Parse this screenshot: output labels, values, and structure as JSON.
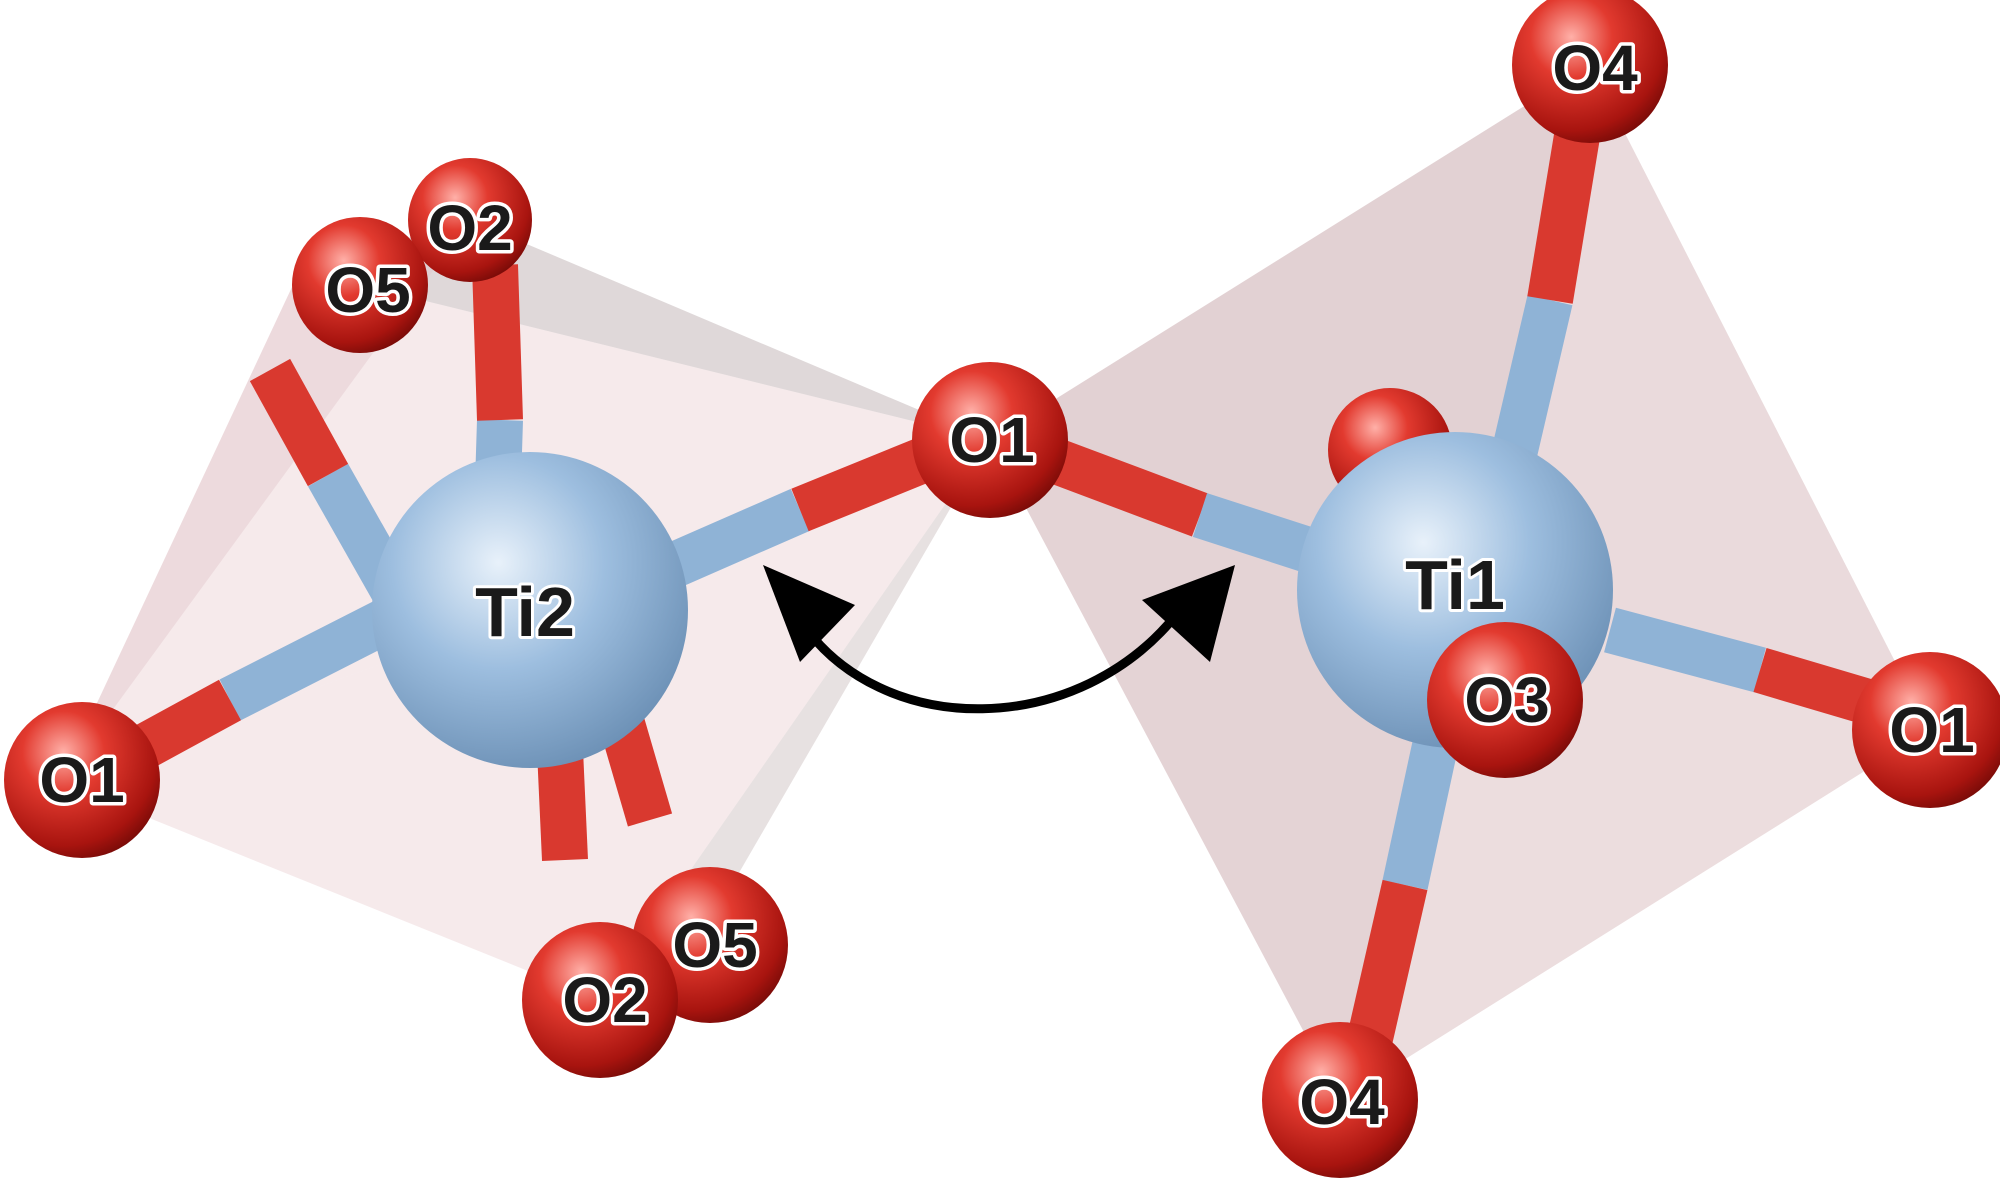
{
  "atoms": {
    "ti2": "Ti2",
    "ti1": "Ti1",
    "o1_bridge": "O1",
    "o1_left": "O1",
    "o1_right": "O1",
    "o2_top": "O2",
    "o2_bottom": "O2",
    "o5_top": "O5",
    "o5_bottom": "O5",
    "o4_top": "O4",
    "o4_bottom": "O4",
    "o3": "O3"
  },
  "colors": {
    "oxygen": "#d42a22",
    "titanium": "#8fb3d6",
    "polyhedron": "#e8c7ca",
    "arrow": "#000000"
  }
}
